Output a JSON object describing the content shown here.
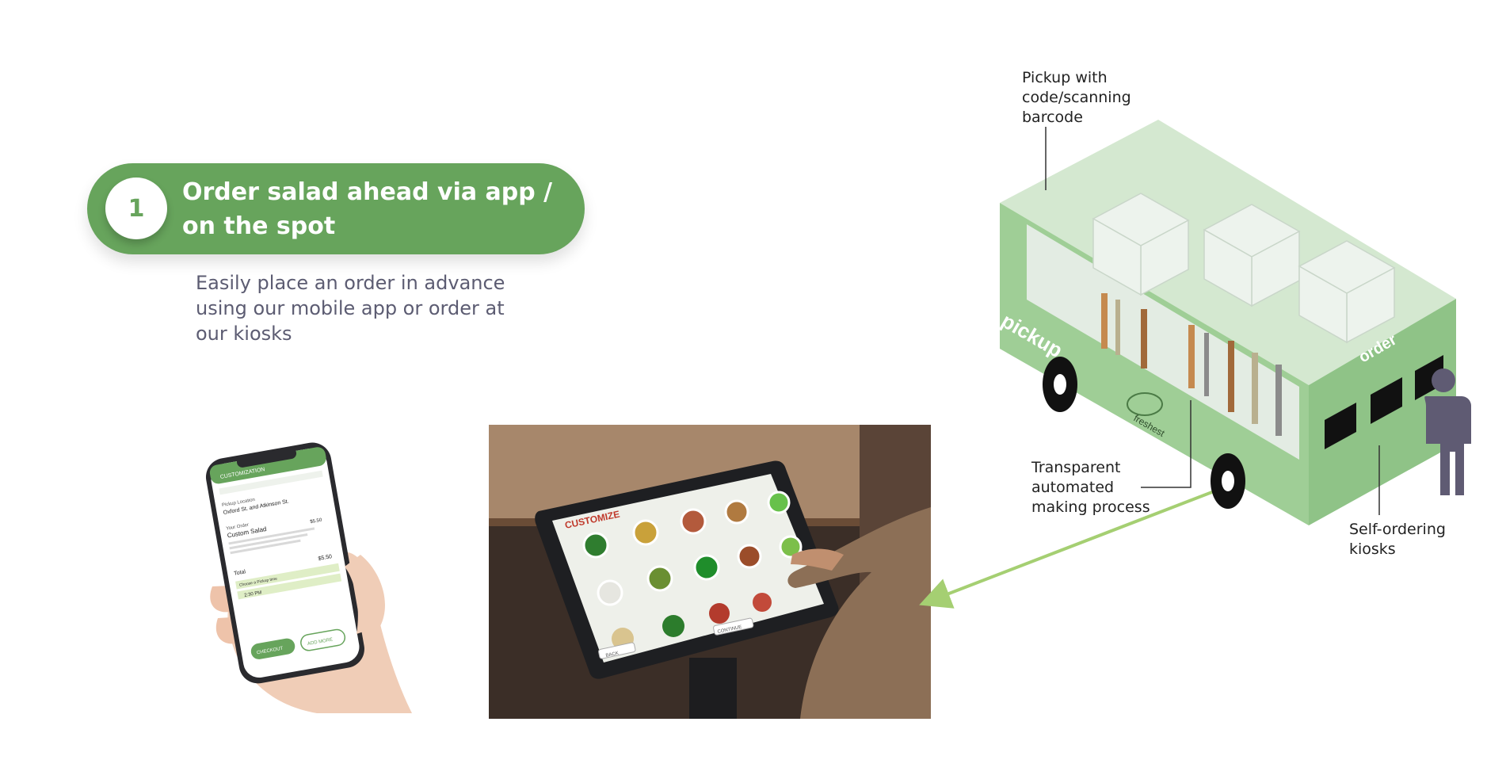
{
  "step": {
    "number": "1",
    "title": "Order salad ahead via app / on the spot",
    "description": "Easily place an order in advance using our mobile app or order at our kiosks"
  },
  "truck": {
    "side_label": "pickup",
    "front_label": "order",
    "logo_text": "freshest"
  },
  "callouts": {
    "pickup": "Pickup with code/scanning barcode",
    "process": "Transparent automated making process",
    "kiosks": "Self-ordering kiosks"
  },
  "phone": {
    "header": "CUSTOMIZATION",
    "section_pickup": "Pickup Location",
    "location": "Oxford St. and Atkinson St.",
    "section_order": "Your Order",
    "item": "Custom Salad",
    "item_price": "$5.50",
    "total_label": "Total",
    "total": "$5.50",
    "pickup_time_label": "Choose a Pickup time",
    "pickup_time": "2:30 PM",
    "checkout_button": "CHECKOUT",
    "add_more_button": "ADD MORE"
  },
  "kiosk": {
    "screen_title": "CUSTOMIZE",
    "back_button": "BACK",
    "continue_button": "CONTINUE"
  },
  "colors": {
    "brand_green": "#67a45c",
    "truck_green": "#9ccb94",
    "arrow_green": "#a5cf72",
    "person": "#5f5b73"
  }
}
